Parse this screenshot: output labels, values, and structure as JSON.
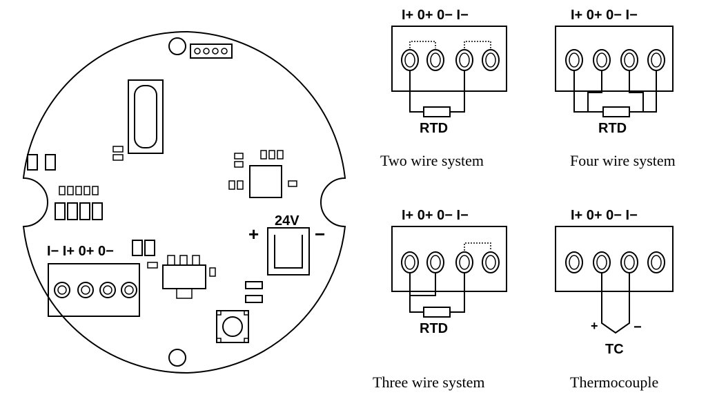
{
  "board": {
    "terminal_label": "I−  I+  0+  0−",
    "power_label": "24V",
    "plus": "+",
    "minus": "−"
  },
  "pin_header": "I+  0+  0−  I−",
  "diagrams": {
    "two_wire": {
      "device": "RTD",
      "caption": "Two wire system"
    },
    "four_wire": {
      "device": "RTD",
      "caption": "Four wire system"
    },
    "three_wire": {
      "device": "RTD",
      "caption": "Three wire system"
    },
    "thermocouple": {
      "device": "TC",
      "caption": "Thermocouple",
      "plus": "+",
      "minus": "−"
    }
  }
}
